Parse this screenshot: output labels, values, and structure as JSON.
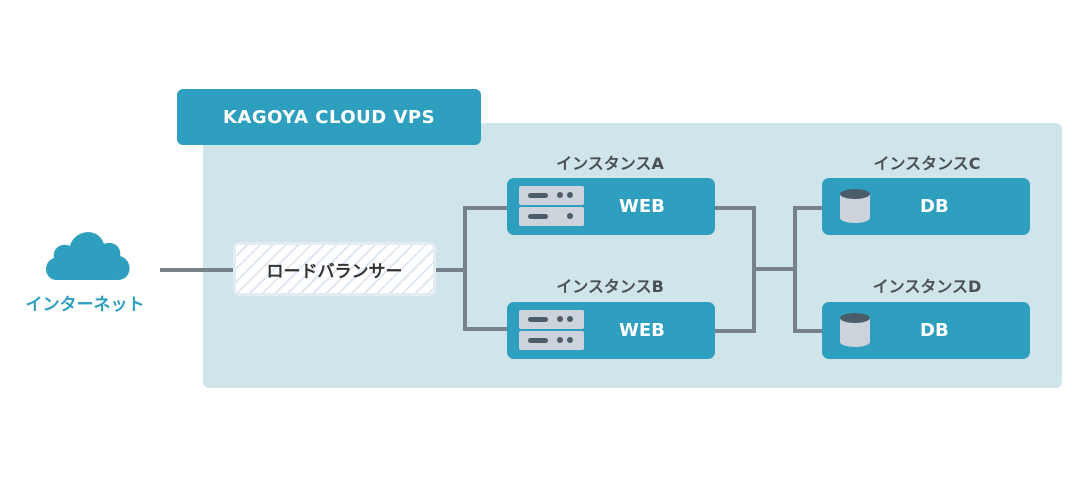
{
  "diagram": {
    "platform_label": "KAGOYA CLOUD VPS",
    "internet": {
      "label": "インターネット",
      "icon": "cloud-icon"
    },
    "load_balancer": {
      "label": "ロードバランサー"
    },
    "instances": [
      {
        "id": "A",
        "name": "インスタンスA",
        "role": "WEB",
        "icon": "server-icon"
      },
      {
        "id": "B",
        "name": "インスタンスB",
        "role": "WEB",
        "icon": "server-icon"
      },
      {
        "id": "C",
        "name": "インスタンスC",
        "role": "DB",
        "icon": "database-icon"
      },
      {
        "id": "D",
        "name": "インスタンスD",
        "role": "DB",
        "icon": "database-icon"
      }
    ],
    "connections": [
      [
        "internet",
        "load_balancer"
      ],
      [
        "load_balancer",
        "A"
      ],
      [
        "load_balancer",
        "B"
      ],
      [
        "A",
        "C"
      ],
      [
        "A",
        "D"
      ],
      [
        "B",
        "C"
      ],
      [
        "B",
        "D"
      ]
    ],
    "colors": {
      "primary": "#2e9fbf",
      "area": "#d0e5ea",
      "line": "#76818a",
      "text": "#4a4f54"
    }
  }
}
